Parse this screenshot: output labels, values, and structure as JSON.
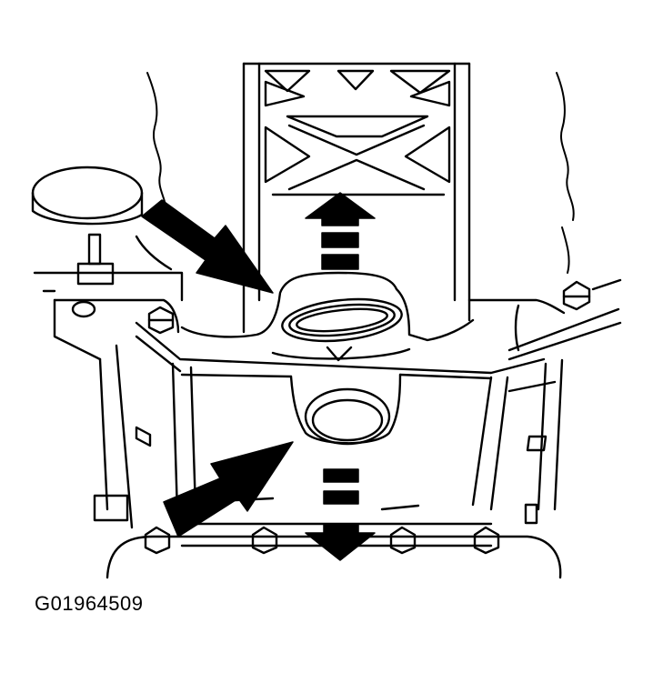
{
  "figure": {
    "id_label": "G01964509",
    "colors": {
      "line": "#000000",
      "background": "#ffffff"
    },
    "callouts": [
      {
        "name": "arrow-upper-left",
        "direction": "down-right"
      },
      {
        "name": "arrow-lower-left",
        "direction": "up-right"
      },
      {
        "name": "dashed-arrow-up",
        "direction": "up"
      },
      {
        "name": "dashed-arrow-down",
        "direction": "down"
      }
    ]
  }
}
